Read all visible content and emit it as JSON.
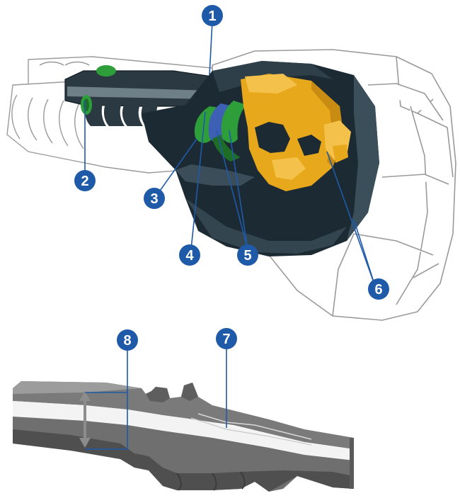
{
  "callouts": [
    {
      "id": "1",
      "label": "1"
    },
    {
      "id": "2",
      "label": "2"
    },
    {
      "id": "3",
      "label": "3"
    },
    {
      "id": "4",
      "label": "4"
    },
    {
      "id": "5",
      "label": "5"
    },
    {
      "id": "6",
      "label": "6"
    },
    {
      "id": "7",
      "label": "7"
    },
    {
      "id": "8",
      "label": "8"
    }
  ],
  "colors": {
    "badge": "#1f5aa8",
    "leader": "#1f5aa8",
    "sleeve": "#1c2a33",
    "locking_clip": "#e8a81c",
    "green_oring": "#2e9e3a",
    "blue_oring": "#3d5fb4",
    "housing_outline": "#9a9a9a",
    "tube_wall": "#7a7a7a",
    "tube_inner": "#e9e9e9"
  }
}
